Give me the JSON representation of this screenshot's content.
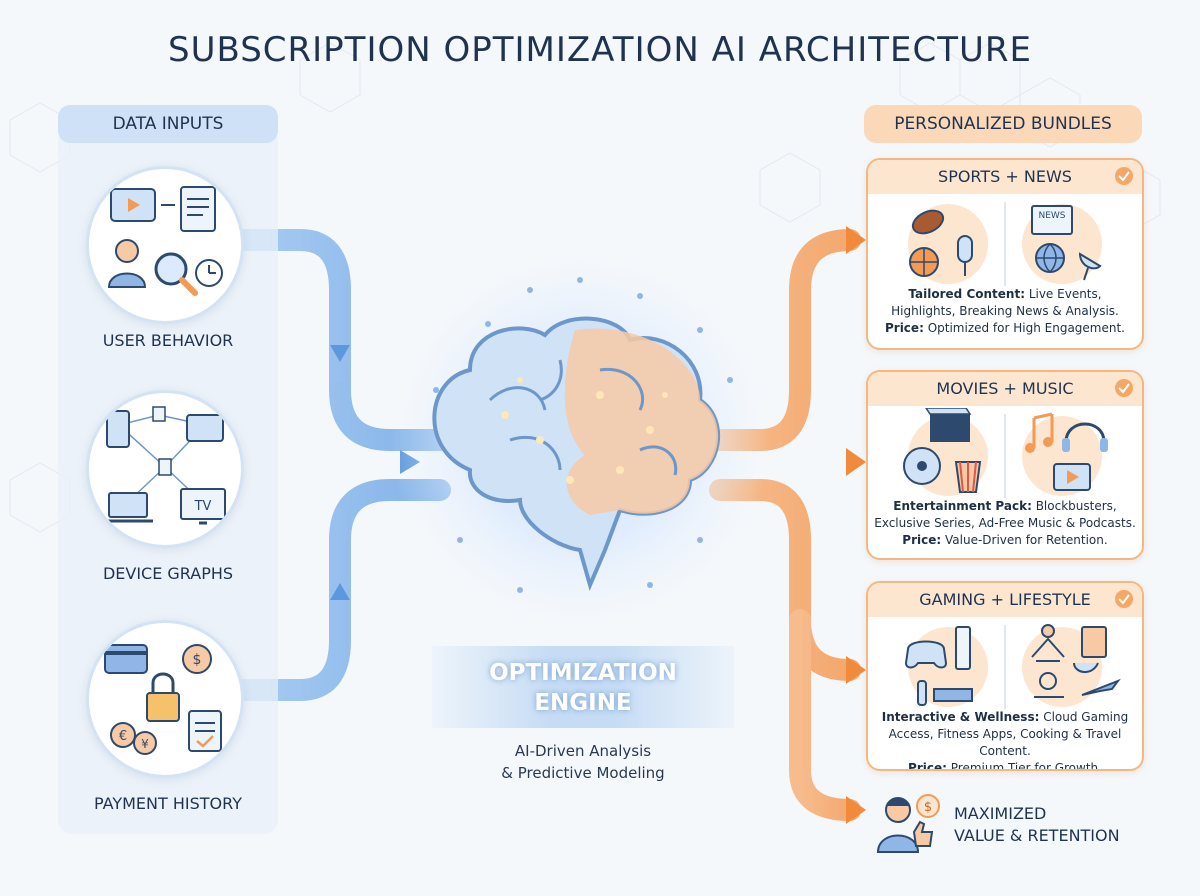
{
  "title": "SUBSCRIPTION OPTIMIZATION AI ARCHITECTURE",
  "inputs": {
    "header": "DATA INPUTS",
    "items": [
      {
        "label": "USER BEHAVIOR",
        "icon": "user-behavior-icon"
      },
      {
        "label": "DEVICE GRAPHS",
        "icon": "device-graph-icon"
      },
      {
        "label": "PAYMENT HISTORY",
        "icon": "payment-history-icon"
      }
    ]
  },
  "engine": {
    "title_line1": "OPTIMIZATION",
    "title_line2": "ENGINE",
    "sub_line1": "AI-Driven Analysis",
    "sub_line2": "& Predictive Modeling",
    "icon": "brain-icon"
  },
  "bundles": {
    "header": "PERSONALIZED BUNDLES",
    "items": [
      {
        "title": "SPORTS + NEWS",
        "content_label": "Tailored Content:",
        "content_line1": " Live Events,",
        "content_line2": "Highlights, Breaking News & Analysis.",
        "price_label": "Price:",
        "price_text": " Optimized for High Engagement."
      },
      {
        "title": "MOVIES + MUSIC",
        "content_label": "Entertainment Pack:",
        "content_line1": " Blockbusters,",
        "content_line2": "Exclusive Series, Ad-Free Music & Podcasts.",
        "price_label": "Price:",
        "price_text": " Value-Driven for Retention."
      },
      {
        "title": "GAMING + LIFESTYLE",
        "content_label": "Interactive & Wellness:",
        "content_line1": " Cloud Gaming",
        "content_line2": "Access, Fitness Apps, Cooking & Travel Content.",
        "price_label": "Price:",
        "price_text": " Premium Tier for Growth."
      }
    ]
  },
  "news_sign": "NEWS",
  "tv_sign": "TV",
  "result": {
    "line1": "MAXIMIZED",
    "line2": "VALUE & RETENTION"
  },
  "colors": {
    "blue_flow": "#7fb2ea",
    "orange_flow": "#f5a766",
    "card_border": "#f3b882",
    "title": "#1f3350"
  }
}
